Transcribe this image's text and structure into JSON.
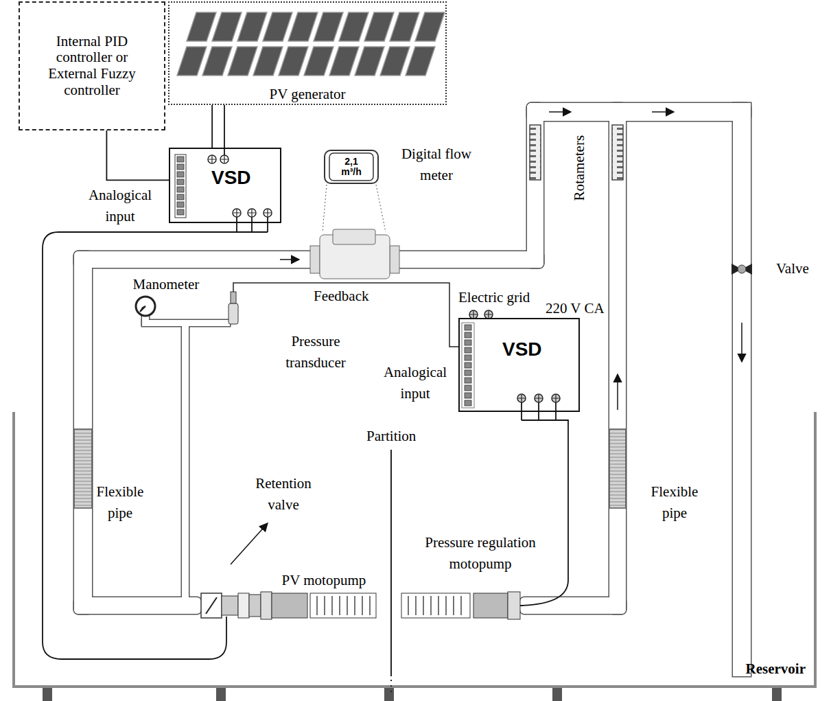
{
  "diagram": {
    "nodes": [
      {
        "text": [
          "Internal PID controller or External Fuzzy controller"
        ]
      },
      {
        "text": [
          "PV generator"
        ]
      },
      {
        "text": [
          "VSD"
        ]
      },
      {
        "text": [
          "2,1 m³/h"
        ]
      },
      {
        "text": [
          "VSD"
        ]
      }
    ],
    "edges": [
      {
        "from": 0,
        "to": 2,
        "arrow": "none"
      },
      {
        "from": 1,
        "to": 2,
        "arrow": "none"
      }
    ],
    "labels": [
      "Analogical input",
      "Digital flow meter",
      "Rotameters",
      "Valve",
      "Manometer",
      "Feedback",
      "Electric grid",
      "220 V CA",
      "Pressure transducer",
      "Analogical input",
      "Partition",
      "Flexible pipe",
      "Retention valve",
      "PV motopump",
      "Pressure regulation motopump",
      "Flexible pipe",
      "Reservoir"
    ]
  }
}
